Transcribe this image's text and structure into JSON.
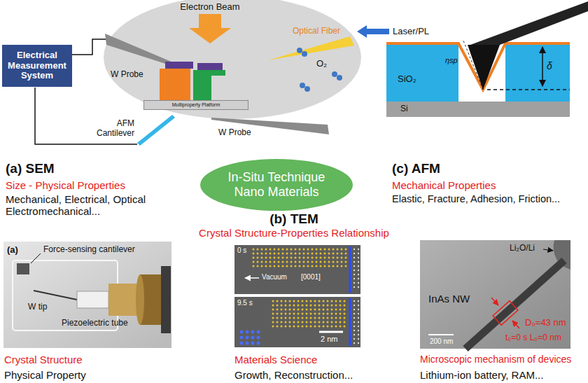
{
  "diagram": {
    "nodes": [
      {
        "text": [
          "Electrical Measurement System"
        ]
      },
      {
        "text": [
          "Multiproperty Platform"
        ]
      },
      {
        "text": [
          "In-Situ Technique Nano Materials"
        ]
      }
    ],
    "labels": [
      "Electron Beam",
      "Optical Fiber",
      "Laser/PL",
      "W Probe",
      "O₂",
      "AFM Cantilever",
      "W Probe",
      "ηsp",
      "δ",
      "SiO₂",
      "Si",
      "(a) SEM",
      "Size - Physical Properties",
      "Mechanical, Electrical, Optical Electromechanical...",
      "(c) AFM",
      "Mechanical Properties",
      "Elastic, Fracture, Adhesion, Friction...",
      "(b) TEM",
      "Crystal Structure-Properties Relationship",
      "(a)",
      "Force-sensing cantilever",
      "W tip",
      "Piezoelectric tube",
      "0 s",
      "Vacuum",
      "[0001]",
      "9.5 s",
      "2 nm",
      "Li₂O/Li",
      "InAs NW",
      "D₀=43 nm",
      "t₀=0 s L₀=0 nm",
      "200 nm",
      "Crystal Structure",
      "Physical Property",
      "Materials Science",
      "Growth, Reconstruction...",
      "Microscopic mechanism of devices",
      "Lithium-ion battery, RAM..."
    ]
  }
}
